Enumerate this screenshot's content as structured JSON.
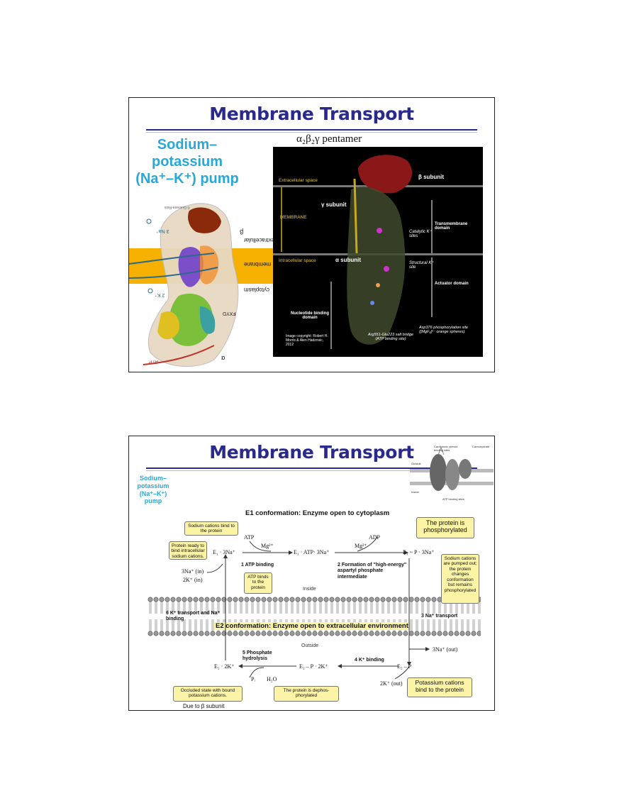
{
  "slide1": {
    "title": "Membrane Transport",
    "pump_title": "Sodium–potassium (Na⁺–K⁺) pump",
    "pentamer": "α₂β₂γ pentamer",
    "left_fig": {
      "copyright": "© Guevara-Reis",
      "extracellular": "extracellular",
      "membrane": "membrane",
      "cytoplasm": "cytoplasm",
      "beta": "β",
      "alpha": "α",
      "fxyd": "FXYD",
      "na": "3 Na⁺",
      "k": "2 K⁺",
      "atp": "ATP"
    },
    "right_fig": {
      "extracellular_space": "Extracellular space",
      "membrane": "MEMBRANE",
      "intracellular_space": "Intracellular space",
      "beta_subunit": "β subunit",
      "gamma_subunit": "γ subunit",
      "alpha_subunit": "α subunit",
      "catalytic": "Catalytic K⁺ sites",
      "structural": "Structural K⁺ site",
      "transmembrane": "Transmembrane domain",
      "actuator": "Actuator domain",
      "nucleotide": "Nucleotide binding domain",
      "copyright": "Image copyright: Robert H. Morris & Alen Hadzovic, 2012",
      "salt_bridge": "Arg551-Glu223 salt bridge (ATP binding site)",
      "asp": "Asp376 phosphorylation site ([MgF₄]²⁻ orange spheres)"
    }
  },
  "slide2": {
    "title": "Membrane Transport",
    "pump_title": "Sodium–potassium (Na⁺–K⁺) pump",
    "thumb": {
      "cardiotonic": "Cardiotonic steroid binding sites",
      "carbohydrate": "Carbohydrate",
      "outside": "Outside",
      "inside": "Inside",
      "atp_sites": "ATP binding sites"
    },
    "e1_title": "E1 conformation: Enzyme open to cytoplasm",
    "e2_title": "E2 conformation: Enzyme open to extracellular environment",
    "inside": "Inside",
    "outside": "Outside",
    "species": {
      "e1_na": "E₁ · 3Na⁺",
      "e1_atp_na": "E₁ · ATP· 3Na⁺",
      "e1_p_na": "E₁ ~ P · 3Na⁺",
      "e2_p": "E₂ – P",
      "e2_p_k": "E₂ – P · 2K⁺",
      "e2_k": "E₂ · 2K⁺",
      "atp": "ATP",
      "adp": "ADP",
      "mg1": "Mg²⁺",
      "mg2": "Mg²⁺",
      "na_in": "3Na⁺ (in)",
      "k_in": "2K⁺ (in)",
      "na_out": "3Na⁺ (out)",
      "k_out": "2K⁺ (out)",
      "pi": "Pᵢ",
      "h2o": "H₂O"
    },
    "steps": {
      "s1": "1   ATP binding",
      "s2": "2   Formation of \"high-energy\" aspartyl phosphate intermediate",
      "s3": "3   Na⁺ transport",
      "s4": "4   K⁺ binding",
      "s5": "5   Phosphate hydrolysis",
      "s6": "6   K⁺ transport and Na⁺ binding"
    },
    "callouts": {
      "sodium_bind": "Sodium cations bind to the protein",
      "ready": "Protein ready to bind intracellular sodium cations.",
      "atp_binds": "ATP binds to the protein",
      "phosphorylated": "The protein is phosphorylated",
      "pumped": "Sodium cations are pumped out; the protein changes conformation but remains phosphorylated",
      "potassium": "Potassium cations bind to the protein",
      "dephos": "The protein is dephos-phorylated",
      "occluded": "Occluded state with bound potassium cations."
    },
    "due_to": "Due to β subunit"
  }
}
